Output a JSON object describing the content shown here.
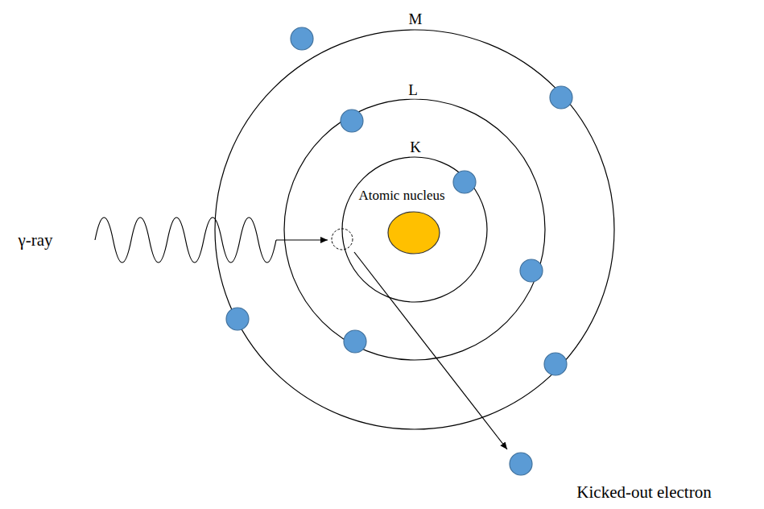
{
  "diagram": {
    "labels": [
      "M",
      "L",
      "K",
      "Atomic nucleus",
      "γ-ray",
      "Kicked-out electron"
    ]
  }
}
